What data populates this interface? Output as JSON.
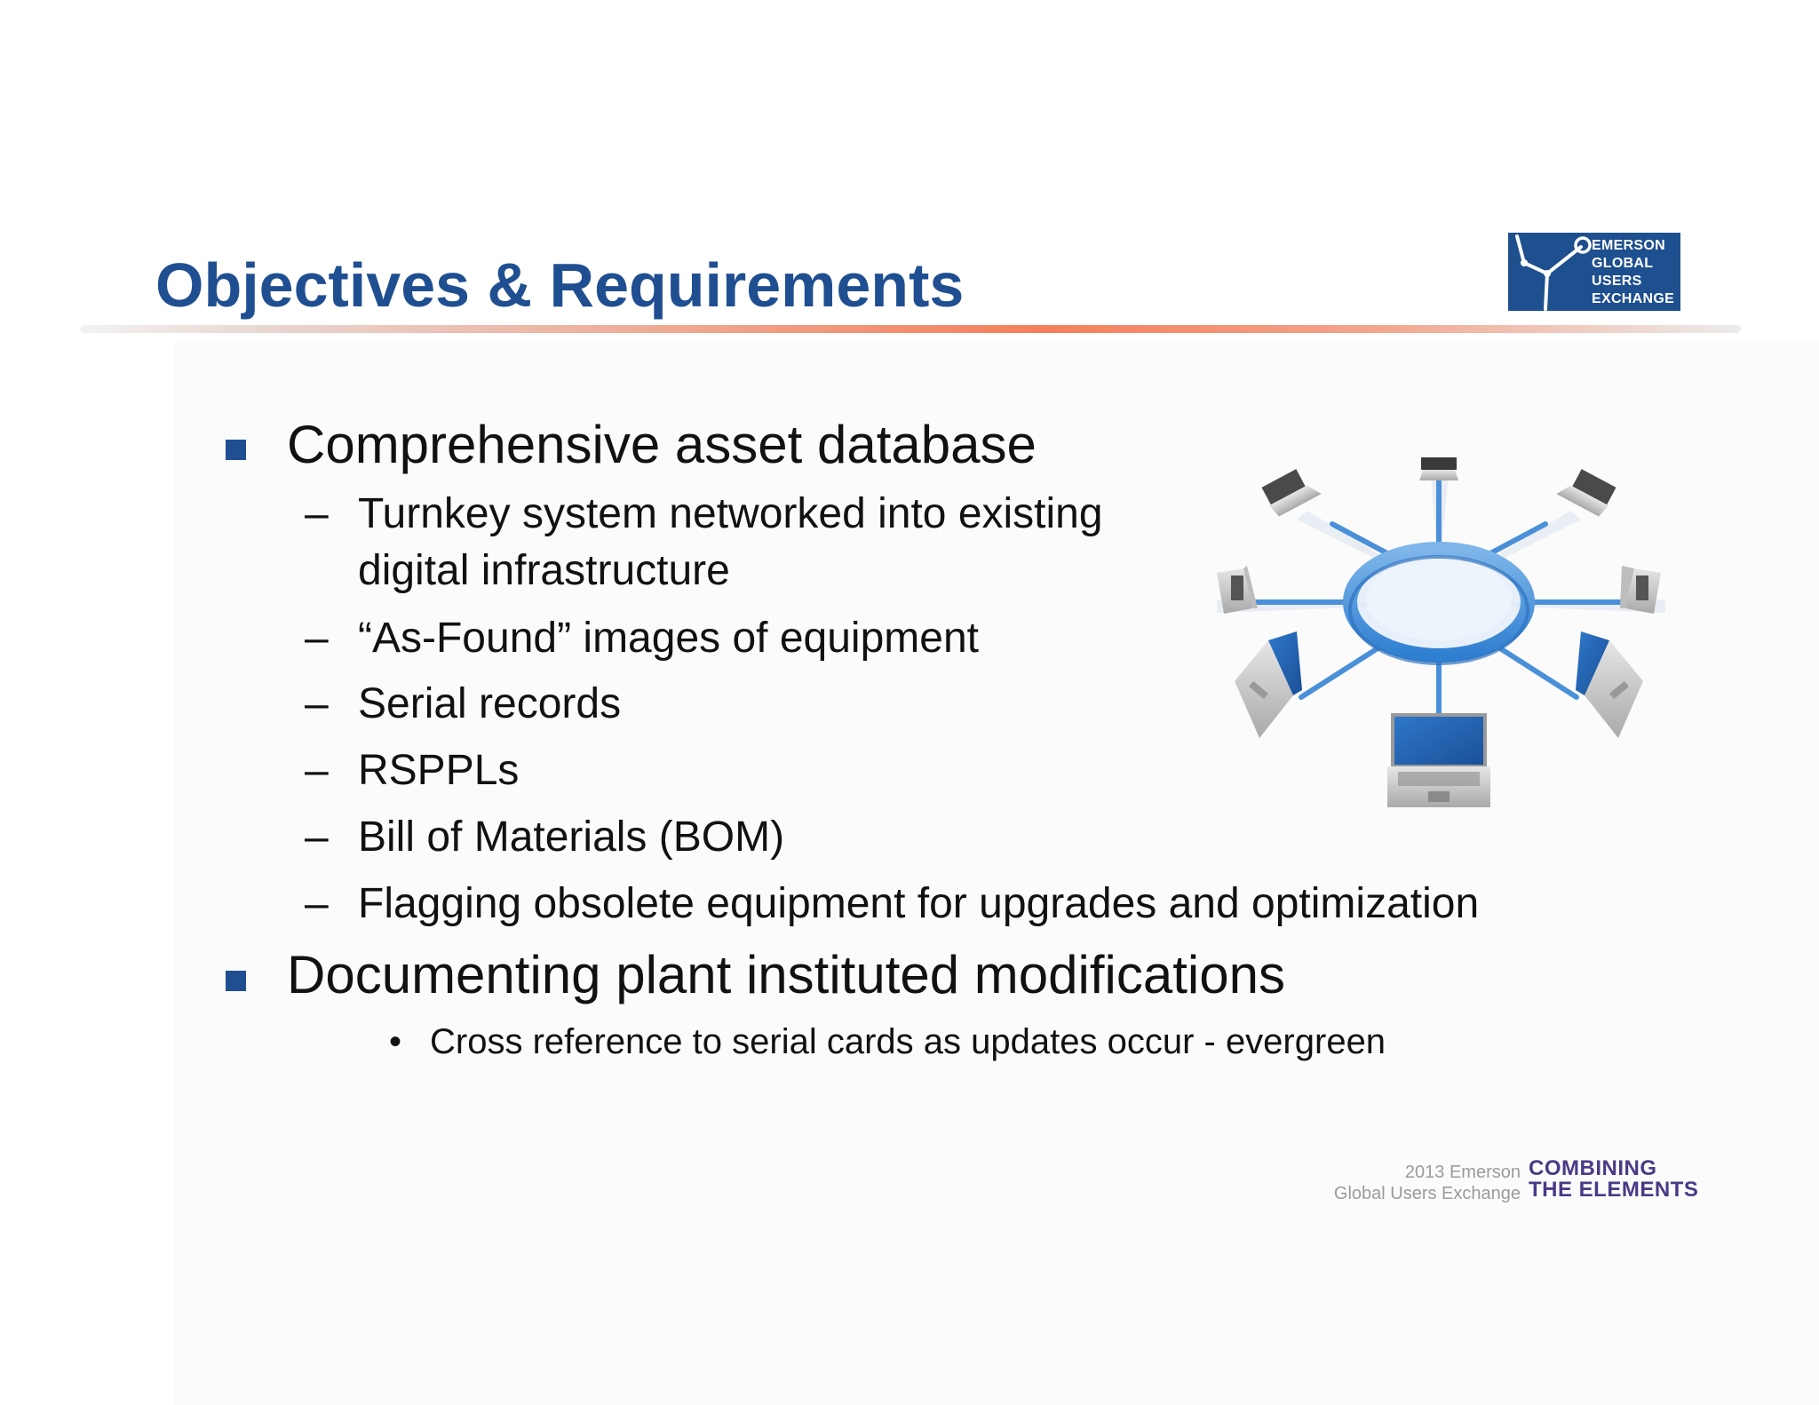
{
  "slide": {
    "title": "Objectives & Requirements",
    "logo": {
      "lines": [
        "EMERSON",
        "GLOBAL",
        "USERS",
        "EXCHANGE"
      ],
      "background_color": "#1e4f8e"
    },
    "bullets": [
      {
        "text": "Comprehensive asset database",
        "subitems": [
          {
            "lines": [
              "Turnkey system networked into existing",
              "digital infrastructure"
            ]
          },
          {
            "lines": [
              "“As-Found” images of equipment"
            ]
          },
          {
            "lines": [
              "Serial records"
            ]
          },
          {
            "lines": [
              "RSPPLs"
            ]
          },
          {
            "lines": [
              "Bill of Materials (BOM)"
            ]
          },
          {
            "lines": [
              "Flagging obsolete equipment for upgrades and optimization"
            ]
          }
        ]
      },
      {
        "text": "Documenting plant instituted modifications",
        "subitems": [
          {
            "lines": [
              "Cross reference to serial cards as updates occur - evergreen"
            ]
          }
        ]
      }
    ],
    "sub_marker": "–",
    "sub_sub_marker": "•",
    "network_illustration": {
      "icon": "laptop-network-ring-icon",
      "laptop_count": 8
    },
    "footer": {
      "left_lines": [
        "2013 Emerson",
        "Global Users Exchange"
      ],
      "right_lines": [
        "COMBINING",
        "THE ELEMENTS"
      ]
    },
    "colors": {
      "title": "#1f4f91",
      "bullet_marker": "#1f4f91",
      "rule_accent": "#f47f5a",
      "footer_brand": "#4a3a86"
    }
  }
}
